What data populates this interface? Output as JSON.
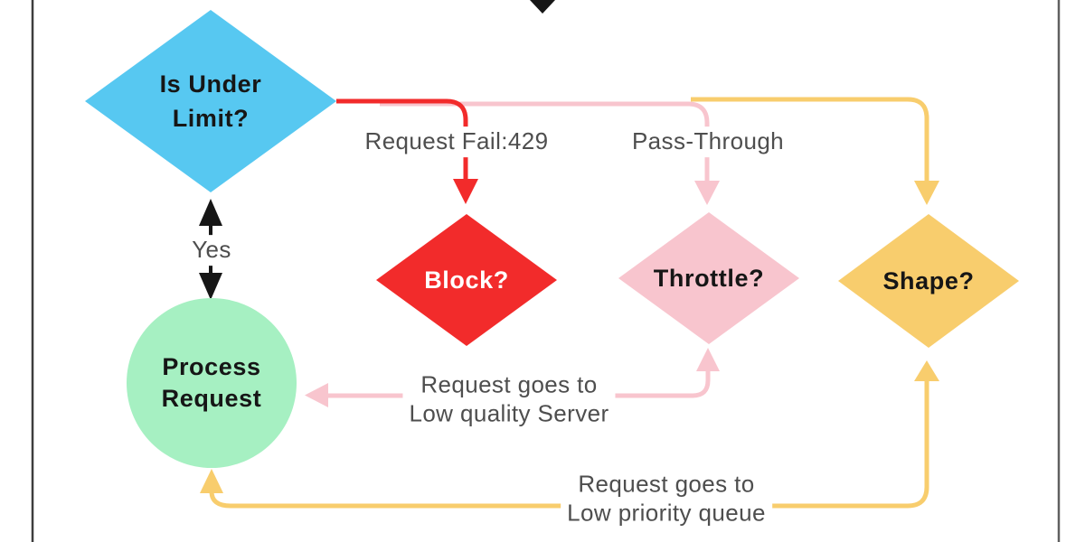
{
  "diagram": {
    "nodes": {
      "is_under_limit": {
        "label": "Is Under\nLimit?",
        "color": "#57c8f1"
      },
      "block": {
        "label": "Block?",
        "color": "#f22b2b"
      },
      "throttle": {
        "label": "Throttle?",
        "color": "#f8c5ce"
      },
      "shape": {
        "label": "Shape?",
        "color": "#f8cd6d"
      },
      "process_request": {
        "label": "Process\nRequest",
        "color": "#a6f0c2"
      }
    },
    "edge_labels": {
      "request_fail": "Request Fail:429",
      "pass_through": "Pass-Through",
      "yes": "Yes",
      "low_quality": "Request goes to\nLow quality Server",
      "low_priority": "Request goes to\nLow priority queue"
    },
    "edge_colors": {
      "fail": "#f22b2b",
      "pass_through": "#f8c5ce",
      "shape_branch": "#f8cd6d",
      "yes": "#161616"
    },
    "text_color": "#4e4e4e",
    "frame_border_left_color": "#3d3d3d",
    "frame_border_right_color": "#606060"
  }
}
